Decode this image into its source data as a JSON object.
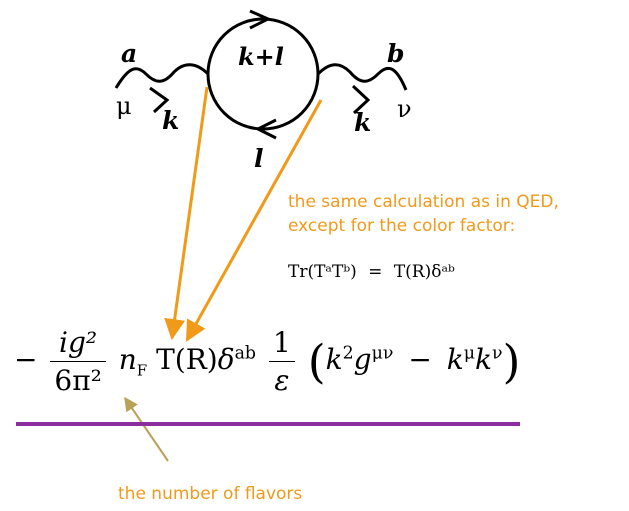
{
  "diagram": {
    "labels": {
      "a": "a",
      "mu": "μ",
      "k_left": "k",
      "loop_top": "k+l",
      "b": "b",
      "nu": "ν",
      "k_right": "k",
      "loop_bottom": "l"
    }
  },
  "annotations": {
    "qed_note_line1": "the same calculation as in QED,",
    "qed_note_line2": "except for the color factor:",
    "flavors_note": "the number of flavors"
  },
  "trace_identity": {
    "lhs": "Tr(TᵃTᵇ)",
    "equals": "=",
    "rhs": "T(R)δᵃᵇ"
  },
  "formula": {
    "minus": "−",
    "frac_num": "ig²",
    "frac_den": "6π²",
    "nF_n": "n",
    "nF_sub": "F",
    "T_R": "T(R)",
    "delta": "δ",
    "delta_sup": "ab",
    "eps_num": "1",
    "eps_den": "ε",
    "k2": "k",
    "k2_sup": "2",
    "g": "g",
    "g_sup": "μν",
    "minus2": "−",
    "kmu": "k",
    "kmu_sup": "μ",
    "knu": "k",
    "knu_sup": "ν"
  },
  "colors": {
    "orange": "#f19a1a",
    "olive_arrow": "#b9a15a",
    "underline": "#8b2c9f",
    "ink": "#000000"
  }
}
